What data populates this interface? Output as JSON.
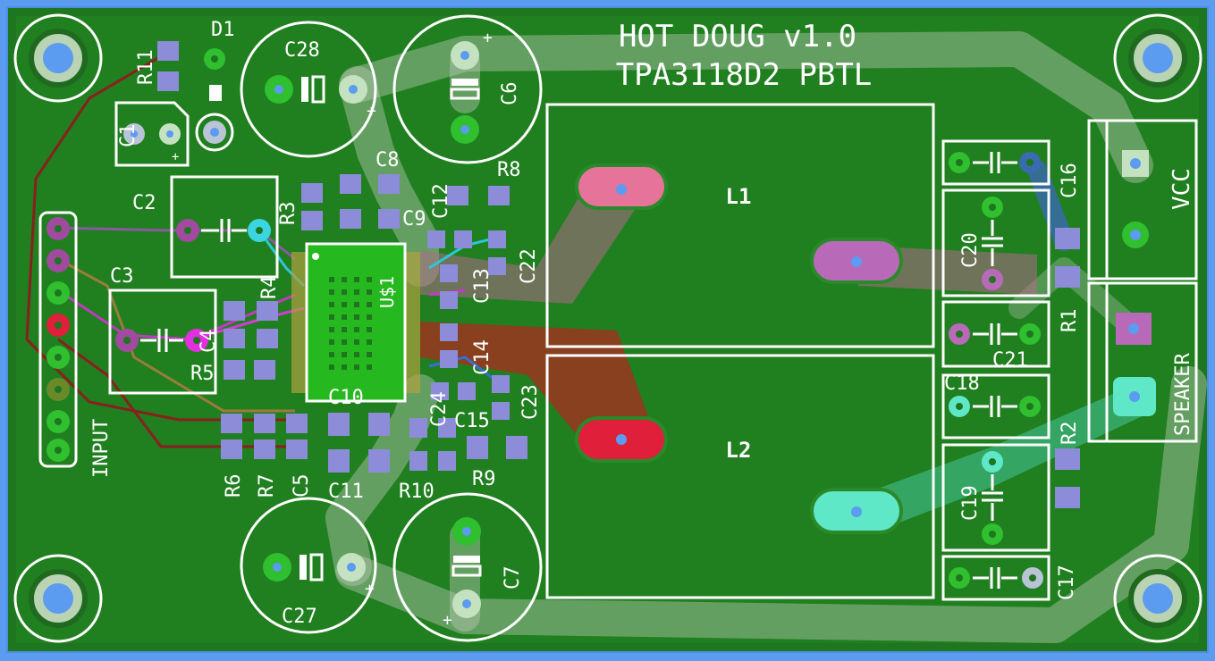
{
  "board": {
    "title_line1": "HOT DOUG v1.0",
    "title_line2": "TPA3118D2 PBTL",
    "colors": {
      "background": "#5b9bf0",
      "board": "#1f7a1f",
      "copper_plane": "#28962a",
      "silk": "#ffffff",
      "pad": "#8c8cd8",
      "via_green": "#2fbf2f"
    }
  },
  "connectors": {
    "input": {
      "label": "INPUT"
    },
    "vcc": {
      "label": "VCC"
    },
    "speaker": {
      "label": "SPEAKER"
    }
  },
  "inductors": {
    "l1": "L1",
    "l2": "L2"
  },
  "ic": {
    "label": "U$1"
  },
  "labels": {
    "d1": "D1",
    "r11": "R11",
    "c1": "C1",
    "c28": "C28",
    "c6": "C6",
    "c2": "C2",
    "r3": "R3",
    "c8": "C8",
    "c12": "C12",
    "c9": "C9",
    "r8": "R8",
    "c22": "C22",
    "c13": "C13",
    "c14": "C14",
    "c3": "C3",
    "r4": "R4",
    "c4": "C4",
    "r5": "R5",
    "c10": "C10",
    "c24": "C24",
    "c15": "C15",
    "c23": "C23",
    "r9": "R9",
    "r6": "R6",
    "r7": "R7",
    "c5": "C5",
    "c11": "C11",
    "r10": "R10",
    "c27": "C27",
    "c7": "C7",
    "c16": "C16",
    "c20": "C20",
    "r1": "R1",
    "c21": "C21",
    "c18": "C18",
    "r2": "R2",
    "c19": "C19",
    "c17": "C17"
  }
}
